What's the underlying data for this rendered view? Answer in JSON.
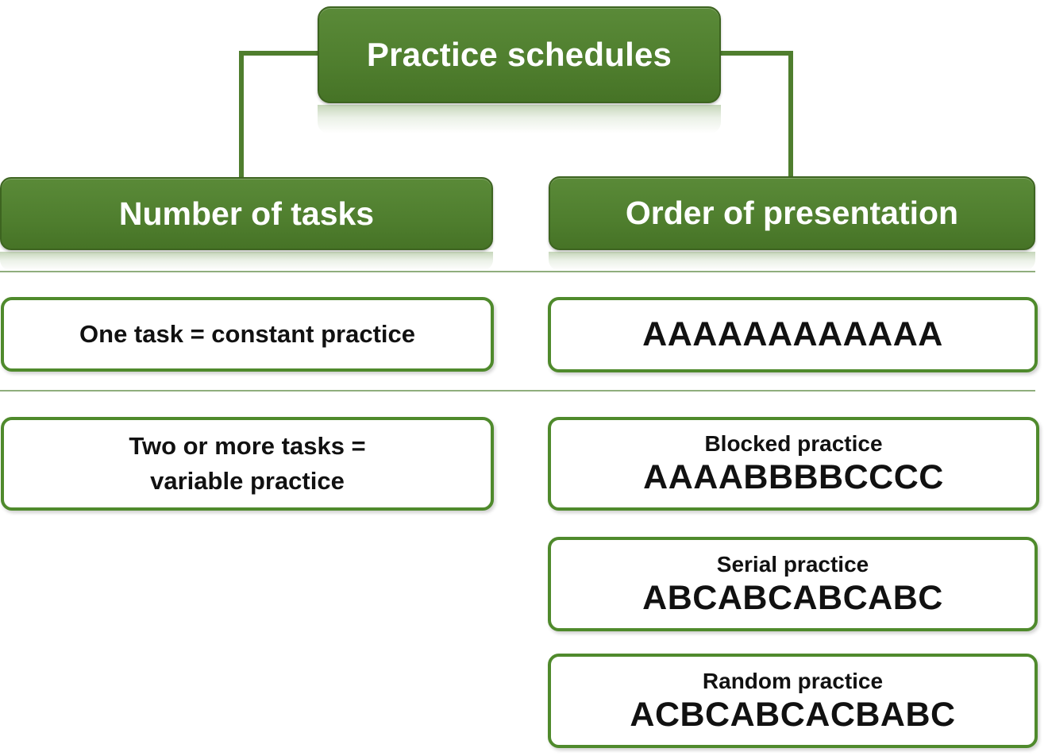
{
  "root": {
    "title": "Practice schedules"
  },
  "categories": {
    "left": {
      "title": "Number of tasks"
    },
    "right": {
      "title": "Order of presentation"
    }
  },
  "left_items": [
    {
      "text": "One task = constant practice"
    },
    {
      "line1": "Two or more tasks =",
      "line2": "variable practice"
    }
  ],
  "right_items": [
    {
      "sequence": "AAAAAAAAAAAA"
    },
    {
      "name": "Blocked practice",
      "sequence": "AAAABBBBCCCC"
    },
    {
      "name": "Serial practice",
      "sequence": "ABCABCABCABC"
    },
    {
      "name": "Random practice",
      "sequence": "ACBCABCACBABC"
    }
  ],
  "colors": {
    "green": "#4f7e2e",
    "green_border": "#4f8a2c",
    "text": "#111111",
    "header_text": "#ffffff"
  }
}
